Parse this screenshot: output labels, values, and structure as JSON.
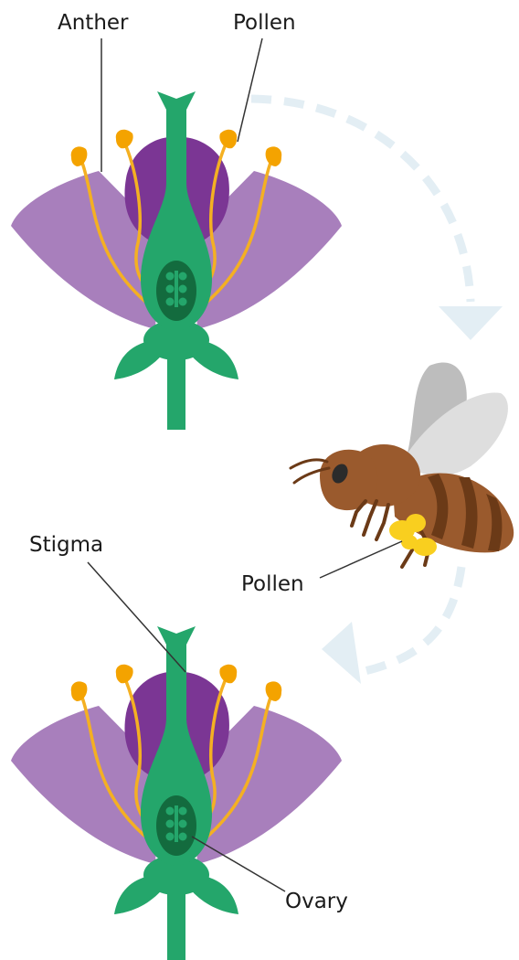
{
  "labels": {
    "anther": "Anther",
    "pollen_top": "Pollen",
    "pollen_bee": "Pollen",
    "stigma": "Stigma",
    "ovary": "Ovary"
  },
  "colors": {
    "petal": "#a87fbc",
    "inner_petal": "#7b3694",
    "stem": "#24a66b",
    "ovary_dark": "#136b3e",
    "filament": "#f4b022",
    "anther": "#f4a300",
    "pollen": "#f9cf1f",
    "bee_body": "#9a5a2d",
    "bee_stripe": "#6b3a17",
    "bee_wing": "#d9d9d9",
    "arrow": "#e3eef4",
    "leader": "#333333"
  },
  "icons": [
    "flower-icon",
    "bee-icon",
    "pollination-arrow-icon"
  ]
}
